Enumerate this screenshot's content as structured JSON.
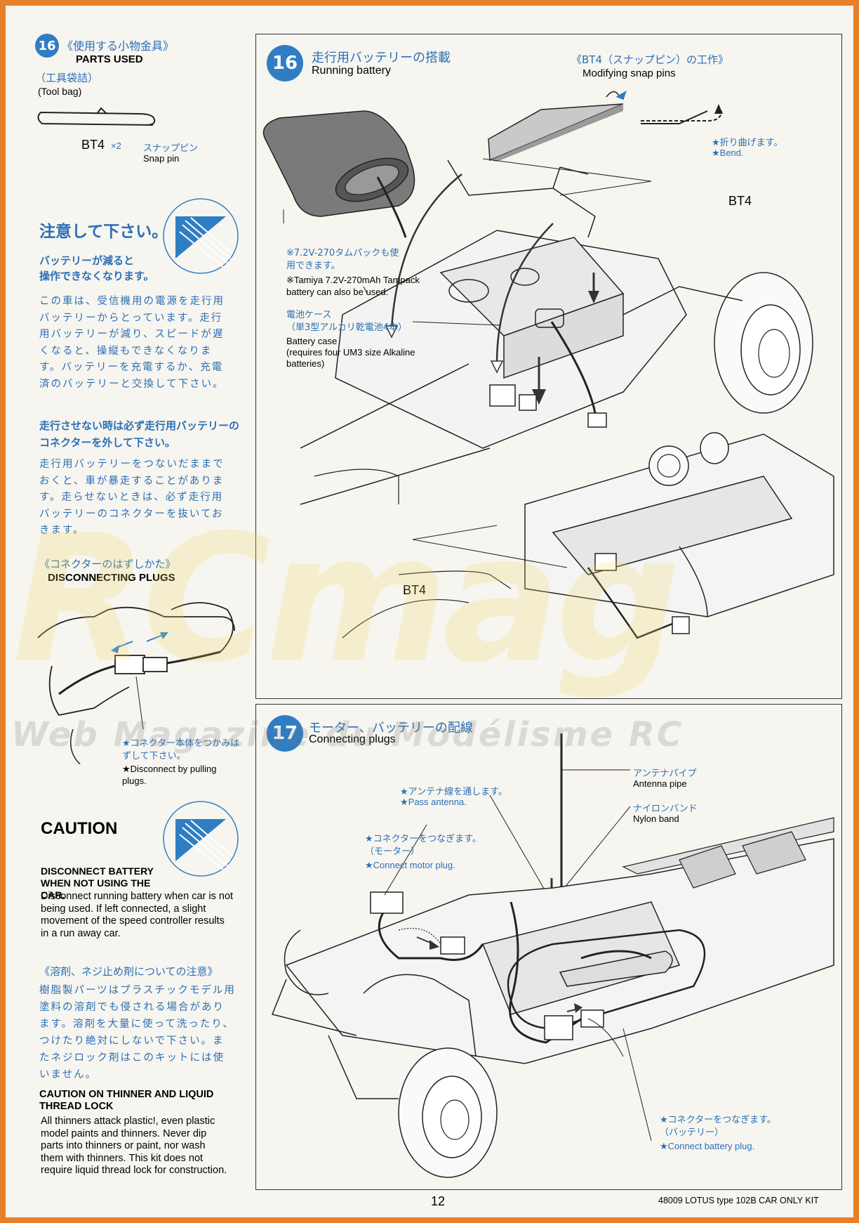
{
  "left": {
    "step16_parts_jp": "《使用する小物金具》",
    "step16_parts_en": "PARTS USED",
    "toolbag_jp": "（工具袋詰）",
    "toolbag_en": "(Tool bag)",
    "bt4_code": "BT4",
    "bt4_qty": "×2",
    "bt4_jp": "スナップピン",
    "bt4_en": "Snap pin",
    "attention_title": "注意して下さい。",
    "attention_sub": "バッテリーが減ると\n操作できなくなります。",
    "attention_body": "この車は、受信機用の電源を走行用バッテリーからとっています。走行用バッテリーが減り、スピードが遅くなると、操縦もできなくなります。バッテリーを充電するか、充電済のバッテリーと交換して下さい。",
    "attention_sub2": "走行させない時は必ず走行用バッテリーのコネクターを外して下さい。",
    "attention_body2": "走行用バッテリーをつないだままでおくと、車が暴走することがあります。走らせないときは、必ず走行用バッテリーのコネクターを抜いておきます。",
    "disconnect_jp": "《コネクターのはずしかた》",
    "disconnect_en": "DISCONNECTING PLUGS",
    "disconnect_note_jp": "★コネクター本体をつかみはずして下さい。",
    "disconnect_note_en": "★Disconnect by pulling plugs.",
    "caution_title": "CAUTION",
    "caution_sub": "DISCONNECT BATTERY WHEN NOT USING THE CAR.",
    "caution_body": "Disconnect running battery when car is not being used. If left connected, a slight movement of the speed controller results in a run away car.",
    "solvent_jp_title": "《溶剤、ネジ止め剤についての注意》",
    "solvent_jp_body": "樹脂製パーツはプラスチックモデル用塗料の溶剤でも侵される場合があります。溶剤を大量に使って洗ったり、つけたり絶対にしないで下さい。またネジロック剤はこのキットには使いません。",
    "thinner_title": "CAUTION ON THINNER AND LIQUID THREAD LOCK",
    "thinner_body": "All thinners attack plastic!, even plastic model paints and thinners. Never dip parts into thinners or paint, nor wash them with thinners. This kit does not require liquid thread lock for construction."
  },
  "step16": {
    "number": "16",
    "title_jp": "走行用バッテリーの搭載",
    "title_en": "Running battery",
    "snap_jp": "《BT4（スナップピン）の工作》",
    "snap_en": "Modifying snap pins",
    "bend_jp": "★折り曲げます。",
    "bend_en": "★Bend.",
    "bt4_label_1": "BT4",
    "bt4_label_2": "BT4",
    "tampack_jp": "※7.2V-270タムパックも使用できます。",
    "tampack_en": "※Tamiya 7.2V-270mAh Tampack battery can also be used.",
    "case_jp": "電池ケース\n（単3型アルカリ乾電池4本）",
    "case_en": "Battery case\n(requires four UM3 size Alkaline batteries)"
  },
  "step17": {
    "number": "17",
    "title_jp": "モーター、バッテリーの配線",
    "title_en": "Connecting plugs",
    "antenna_pipe_jp": "アンテナパイプ",
    "antenna_pipe_en": "Antenna pipe",
    "nylon_jp": "ナイロンバンド",
    "nylon_en": "Nylon band",
    "pass_jp": "★アンテナ線を通します。",
    "pass_en": "★Pass antenna.",
    "motor_jp": "★コネクターをつなぎます。\n（モーター）",
    "motor_en": "★Connect motor plug.",
    "battery_jp": "★コネクターをつなぎます。\n（バッテリー）",
    "battery_en": "★Connect battery plug."
  },
  "footer": {
    "page_number": "12",
    "kit_name": "48009 LOTUS type 102B CAR ONLY KIT"
  },
  "watermark": {
    "brand": "RCmag",
    "tagline": "Web Magazine du Modélisme RC"
  },
  "colors": {
    "border": "#e8802a",
    "accent_blue": "#2f7ec4",
    "watermark_yellow": "#f0d45a"
  }
}
